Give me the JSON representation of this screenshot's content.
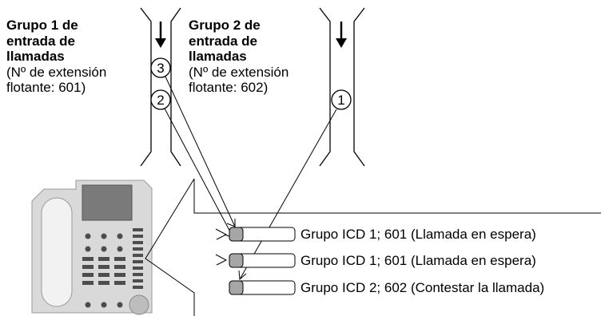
{
  "groups": [
    {
      "title_lines": [
        "Grupo 1 de",
        "entrada de",
        "llamadas"
      ],
      "sub_lines": [
        "(Nº de extensión",
        "flotante: 601)"
      ]
    },
    {
      "title_lines": [
        "Grupo 2 de",
        "entrada de",
        "llamadas"
      ],
      "sub_lines": [
        "(Nº de extensión",
        "flotante: 602)"
      ]
    }
  ],
  "call_markers": [
    "3",
    "2",
    "1"
  ],
  "buttons": [
    "Grupo ICD 1; 601 (Llamada en espera)",
    "Grupo ICD 1; 601 (Llamada en espera)",
    "Grupo ICD 2; 602 (Contestar la llamada)"
  ],
  "icons": [
    "telephone-icon",
    "down-arrow-icon"
  ],
  "colors": {
    "line": "#000000",
    "phone_body": "#d9d9d9",
    "phone_dark": "#4d4d4d",
    "button_fill": "#a6a6a6"
  }
}
